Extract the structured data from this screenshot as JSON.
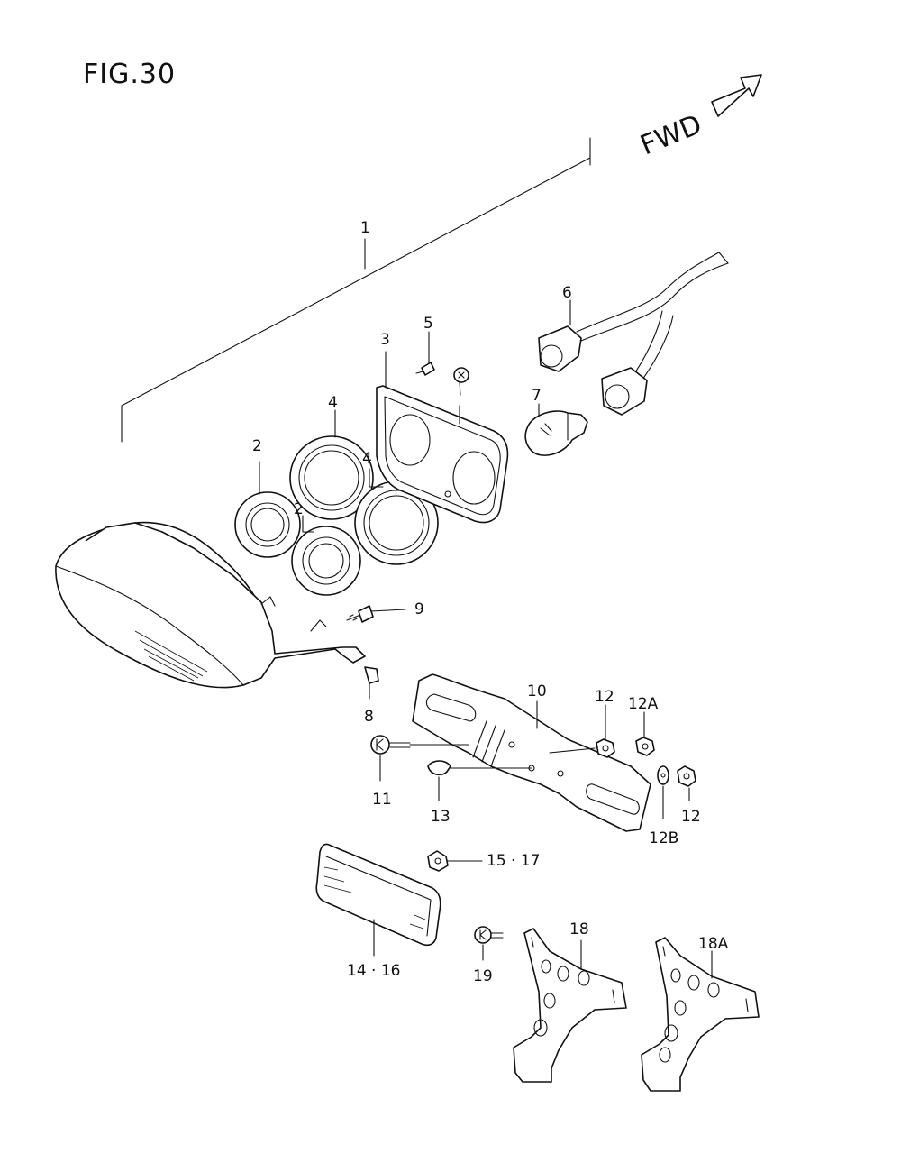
{
  "figure": {
    "title": "FIG.30",
    "direction_label": "FWD"
  },
  "callouts": {
    "c1": "1",
    "c2a": "2",
    "c2b": "2",
    "c3": "3",
    "c4a": "4",
    "c4b": "4",
    "c5": "5",
    "c6": "6",
    "c7": "7",
    "c8": "8",
    "c9": "9",
    "c10": "10",
    "c11": "11",
    "c12a": "12",
    "c12b": "12",
    "c12A": "12A",
    "c12B": "12B",
    "c13": "13",
    "c14_16": "14 · 16",
    "c15_17": "15 · 17",
    "c18": "18",
    "c18A": "18A",
    "c19": "19"
  }
}
